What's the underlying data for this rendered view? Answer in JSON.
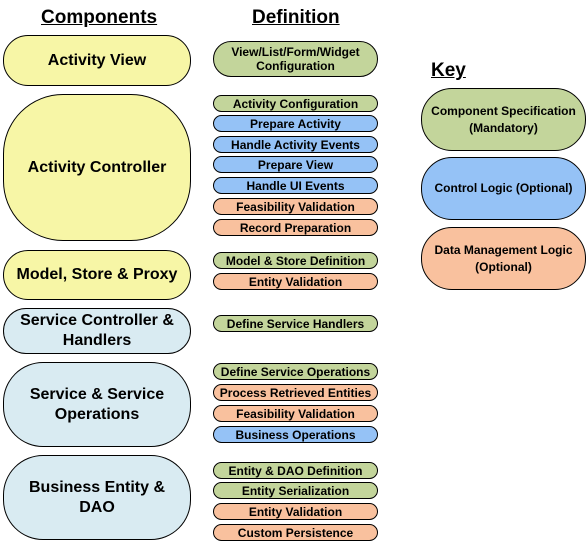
{
  "headers": {
    "components": "Components",
    "definition": "Definition",
    "key": "Key"
  },
  "components": [
    {
      "label": "Activity View",
      "color": "#f7f6a6"
    },
    {
      "label": "Activity Controller",
      "color": "#f7f6a6"
    },
    {
      "label": "Model, Store & Proxy",
      "color": "#f7f6a6"
    },
    {
      "label": "Service Controller & Handlers",
      "color": "#d9ebf2"
    },
    {
      "label": "Service & Service Operations",
      "color": "#d9ebf2"
    },
    {
      "label": "Business Entity & DAO",
      "color": "#d9ebf2"
    }
  ],
  "definitions": [
    {
      "label": "View/List/Form/Widget Configuration",
      "kind": "mandatory"
    },
    {
      "label": "Activity Configuration",
      "kind": "mandatory"
    },
    {
      "label": "Prepare Activity",
      "kind": "control"
    },
    {
      "label": "Handle Activity Events",
      "kind": "control"
    },
    {
      "label": "Prepare View",
      "kind": "control"
    },
    {
      "label": "Handle UI Events",
      "kind": "control"
    },
    {
      "label": "Feasibility Validation",
      "kind": "data"
    },
    {
      "label": "Record Preparation",
      "kind": "data"
    },
    {
      "label": "Model & Store Definition",
      "kind": "mandatory"
    },
    {
      "label": "Entity Validation",
      "kind": "data"
    },
    {
      "label": "Define Service Handlers",
      "kind": "mandatory"
    },
    {
      "label": "Define Service Operations",
      "kind": "mandatory"
    },
    {
      "label": "Process Retrieved Entities",
      "kind": "data"
    },
    {
      "label": "Feasibility Validation",
      "kind": "data"
    },
    {
      "label": "Business Operations",
      "kind": "control"
    },
    {
      "label": "Entity & DAO Definition",
      "kind": "mandatory"
    },
    {
      "label": "Entity Serialization",
      "kind": "mandatory"
    },
    {
      "label": "Entity Validation",
      "kind": "data"
    },
    {
      "label": "Custom Persistence",
      "kind": "data"
    }
  ],
  "key": [
    {
      "label": "Component Specification (Mandatory)",
      "kind": "mandatory"
    },
    {
      "label": "Control Logic (Optional)",
      "kind": "control"
    },
    {
      "label": "Data Management Logic (Optional)",
      "kind": "data"
    }
  ],
  "colors": {
    "mandatory": "#c3d59b",
    "control": "#95c2f6",
    "data": "#f9c19e",
    "component_yellow": "#f7f6a6",
    "component_blue": "#d9ebf2"
  }
}
